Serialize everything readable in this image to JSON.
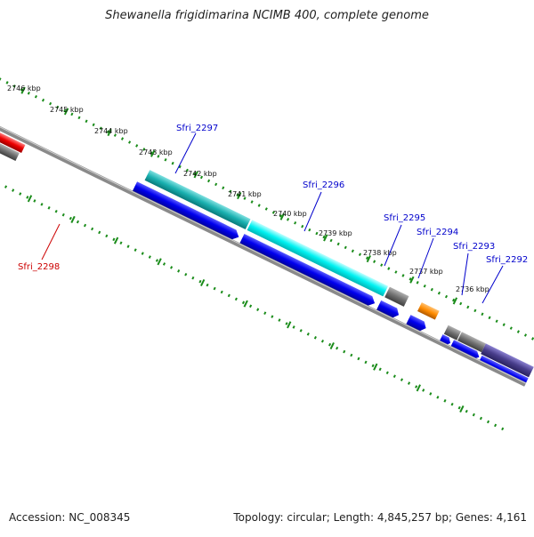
{
  "title": "Shewanella frigidimarina NCIMB 400, complete genome",
  "footer": {
    "accession": "Accession: NC_008345",
    "summary": "Topology: circular; Length: 4,845,257 bp; Genes: 4,161"
  },
  "ticks": [
    "2746 kbp",
    "2745 kbp",
    "2744 kbp",
    "2743 kbp",
    "2742 kbp",
    "2741 kbp",
    "2740 kbp",
    "2739 kbp",
    "2738 kbp",
    "2737 kbp",
    "2736 kbp"
  ],
  "genes": {
    "sfri_2297": "Sfri_2297",
    "sfri_2296": "Sfri_2296",
    "sfri_2295": "Sfri_2295",
    "sfri_2294": "Sfri_2294",
    "sfri_2293": "Sfri_2293",
    "sfri_2292": "Sfri_2292",
    "sfri_2298": "Sfri_2298"
  },
  "colors": {
    "label_blue": "#0000cc",
    "label_red": "#cc0000",
    "cds_blue": "#0000ee",
    "teal": "#19a6a6",
    "cyan": "#00eeee",
    "gray": "#6e6e6e",
    "orange": "#ff8c00",
    "red": "#ee0000",
    "steel": "#4682b4",
    "slate": "#483d8b",
    "green_dot": "#1a8c1a"
  }
}
